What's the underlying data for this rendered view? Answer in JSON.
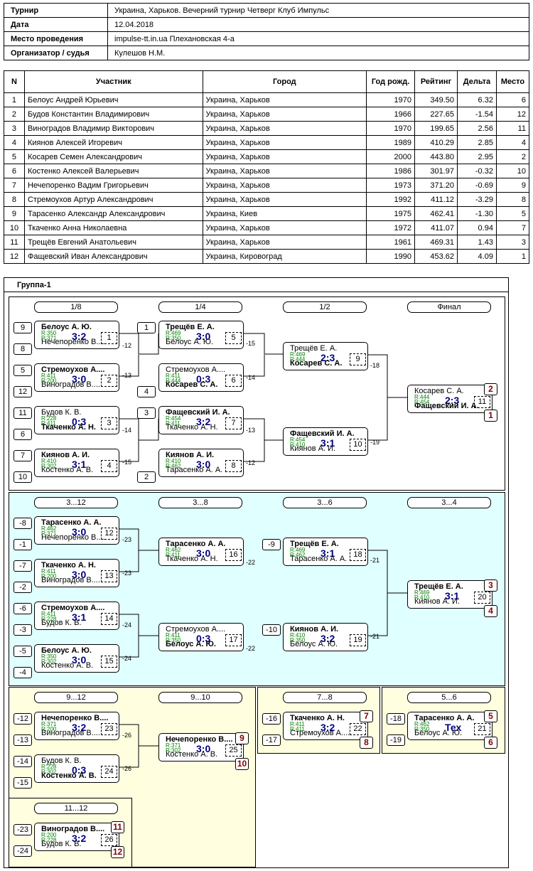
{
  "info": [
    {
      "key": "Турнир",
      "value": "Украина, Харьков. Вечерний турнир Четверг Клуб Импульс"
    },
    {
      "key": "Дата",
      "value": "12.04.2018"
    },
    {
      "key": "Место проведения",
      "value": "impulse-tt.in.ua Плехановская 4-а"
    },
    {
      "key": "Организатор / судья",
      "value": "Кулешов Н.М."
    }
  ],
  "players": {
    "headers": [
      "N",
      "Участник",
      "Город",
      "Год рожд.",
      "Рейтинг",
      "Дельта",
      "Место"
    ],
    "rows": [
      [
        "1",
        "Белоус Андрей Юрьевич",
        "Украина, Харьков",
        "1970",
        "349.50",
        "6.32",
        "6"
      ],
      [
        "2",
        "Будов Константин Владимирович",
        "Украина, Харьков",
        "1966",
        "227.65",
        "-1.54",
        "12"
      ],
      [
        "3",
        "Виноградов Владимир Викторович",
        "Украина, Харьков",
        "1970",
        "199.65",
        "2.56",
        "11"
      ],
      [
        "4",
        "Киянов Алексей Игоревич",
        "Украина, Харьков",
        "1989",
        "410.29",
        "2.85",
        "4"
      ],
      [
        "5",
        "Косарев Семен Александрович",
        "Украина, Харьков",
        "2000",
        "443.80",
        "2.95",
        "2"
      ],
      [
        "6",
        "Костенко Алексей Валерьевич",
        "Украина, Харьков",
        "1986",
        "301.97",
        "-0.32",
        "10"
      ],
      [
        "7",
        "Нечепоренко Вадим Григорьевич",
        "Украина, Харьков",
        "1973",
        "371.20",
        "-0.69",
        "9"
      ],
      [
        "8",
        "Стремоухов Артур Александрович",
        "Украина, Харьков",
        "1992",
        "411.12",
        "-3.29",
        "8"
      ],
      [
        "9",
        "Тарасенко Александр Александрович",
        "Украина, Киев",
        "1975",
        "462.41",
        "-1.30",
        "5"
      ],
      [
        "10",
        "Ткаченко Анна Николаевна",
        "Украина, Харьков",
        "1972",
        "411.07",
        "0.94",
        "7"
      ],
      [
        "11",
        "Трещёв Евгений Анатольевич",
        "Украина, Харьков",
        "1961",
        "469.31",
        "1.43",
        "3"
      ],
      [
        "12",
        "Фащевский Иван Александрович",
        "Украина, Кировоград",
        "1990",
        "453.62",
        "4.09",
        "1"
      ]
    ]
  },
  "group_title": "Группа-1",
  "round_labels": [
    "1/8",
    "1/4",
    "1/2",
    "Финал",
    "3...12",
    "3...8",
    "3...6",
    "3...4",
    "9...12",
    "9...10",
    "7...8",
    "5...6",
    "11...12"
  ],
  "matches": [
    {
      "p1": "Белоус А. Ю.",
      "p2": "Нечепоренко В....",
      "r1": "R:350",
      "r2": "R:371",
      "score": "3:2",
      "num": "1"
    },
    {
      "p1": "Стремоухов А....",
      "p2": "Виноградов В....",
      "r1": "R:411",
      "r2": "R:200",
      "score": "3:0",
      "num": "2"
    },
    {
      "p1": "Будов К. В.",
      "p2": "Ткаченко А. Н.",
      "r1": "R:228",
      "r2": "R:411",
      "score": "0:3",
      "num": "3"
    },
    {
      "p1": "Киянов А. И.",
      "p2": "Костенко А. В.",
      "r1": "R:410",
      "r2": "R:302",
      "score": "3:1",
      "num": "4"
    },
    {
      "p1": "Трещёв Е. А.",
      "p2": "Белоус А. Ю.",
      "r1": "R:469",
      "r2": "R:350",
      "score": "3:0",
      "num": "5"
    },
    {
      "p1": "Стремоухов А....",
      "p2": "Косарев С. А.",
      "r1": "R:411",
      "r2": "R:444",
      "score": "0:3",
      "num": "6"
    },
    {
      "p1": "Фащевский И. А.",
      "p2": "Ткаченко А. Н.",
      "r1": "R:454",
      "r2": "R:411",
      "score": "3:2",
      "num": "7"
    },
    {
      "p1": "Киянов А. И.",
      "p2": "Тарасенко А. А.",
      "r1": "R:410",
      "r2": "R:462",
      "score": "3:0",
      "num": "8"
    },
    {
      "p1": "Трещёв Е. А.",
      "p2": "Косарев С. А.",
      "r1": "R:469",
      "r2": "R:444",
      "score": "2:3",
      "num": "9"
    },
    {
      "p1": "Фащевский И. А.",
      "p2": "Киянов А. И.",
      "r1": "R:454",
      "r2": "R:410",
      "score": "3:1",
      "num": "10"
    },
    {
      "p1": "Косарев С. А.",
      "p2": "Фащевский И. А.",
      "r1": "R:444",
      "r2": "R:454",
      "score": "2:3",
      "num": "11"
    },
    {
      "p1": "Тарасенко А. А.",
      "p2": "Нечепоренко В....",
      "r1": "R:462",
      "r2": "R:371",
      "score": "3:0",
      "num": "12"
    },
    {
      "p1": "Ткаченко А. Н.",
      "p2": "Виноградов В....",
      "r1": "R:411",
      "r2": "R:200",
      "score": "3:0",
      "num": "13"
    },
    {
      "p1": "Стремоухов А....",
      "p2": "Будов К. В.",
      "r1": "R:411",
      "r2": "R:228",
      "score": "3:1",
      "num": "14"
    },
    {
      "p1": "Белоус А. Ю.",
      "p2": "Костенко А. В.",
      "r1": "R:350",
      "r2": "R:302",
      "score": "3:0",
      "num": "15"
    },
    {
      "p1": "Тарасенко А. А.",
      "p2": "Ткаченко А. Н.",
      "r1": "R:462",
      "r2": "R:411",
      "score": "3:0",
      "num": "16"
    },
    {
      "p1": "Стремоухов А....",
      "p2": "Белоус А. Ю.",
      "r1": "R:411",
      "r2": "R:350",
      "score": "0:3",
      "num": "17"
    },
    {
      "p1": "Трещёв Е. А.",
      "p2": "Тарасенко А. А.",
      "r1": "R:469",
      "r2": "R:462",
      "score": "3:1",
      "num": "18"
    },
    {
      "p1": "Киянов А. И.",
      "p2": "Белоус А. Ю.",
      "r1": "R:410",
      "r2": "R:350",
      "score": "3:2",
      "num": "19"
    },
    {
      "p1": "Трещёв Е. А.",
      "p2": "Киянов А. И.",
      "r1": "R:469",
      "r2": "R:410",
      "score": "3:1",
      "num": "20"
    },
    {
      "p1": "Тарасенко А. А.",
      "p2": "Белоус А. Ю.",
      "r1": "R:462",
      "r2": "R:350",
      "score": "Тех",
      "num": "21"
    },
    {
      "p1": "Ткаченко А. Н.",
      "p2": "Стремоухов А....",
      "r1": "R:411",
      "r2": "R:411",
      "score": "3:2",
      "num": "22"
    },
    {
      "p1": "Нечепоренко В....",
      "p2": "Виноградов В....",
      "r1": "R:371",
      "r2": "R:200",
      "score": "3:2",
      "num": "23"
    },
    {
      "p1": "Будов К. В.",
      "p2": "Костенко А. В.",
      "r1": "R:228",
      "r2": "R:302",
      "score": "0:3",
      "num": "24"
    },
    {
      "p1": "Нечепоренко В....",
      "p2": "Костенко А. В.",
      "r1": "R:371",
      "r2": "R:302",
      "score": "3:0",
      "num": "25"
    },
    {
      "p1": "Виноградов В....",
      "p2": "Будов К. В.",
      "r1": "R:200",
      "r2": "R:228",
      "score": "3:2",
      "num": "26"
    }
  ],
  "seeds": [
    "9",
    "8",
    "5",
    "12",
    "11",
    "6",
    "7",
    "10",
    "1",
    "4",
    "3",
    "2",
    "-8",
    "-1",
    "-7",
    "-2",
    "-6",
    "-3",
    "-5",
    "-4",
    "-9",
    "-10",
    "-12",
    "-13",
    "-14",
    "-15",
    "-16",
    "-17",
    "-18",
    "-19",
    "-23",
    "-24"
  ],
  "loser_refs": [
    "-12",
    "-13",
    "-14",
    "-15",
    "-15",
    "-14",
    "-13",
    "-12",
    "-18",
    "-19",
    "-23",
    "-23",
    "-24",
    "-24",
    "-22",
    "-22",
    "-21",
    "-21",
    "-26",
    "-26"
  ],
  "places": [
    "2",
    "1",
    "3",
    "4",
    "9",
    "10",
    "7",
    "8",
    "5",
    "6",
    "11",
    "12"
  ],
  "colors": {
    "panel_main": "#ffffff",
    "panel_cyan": "#e0ffff",
    "panel_yellow": "#ffffe0",
    "score": "#000080",
    "rating": "#008000",
    "place": "#800000"
  }
}
